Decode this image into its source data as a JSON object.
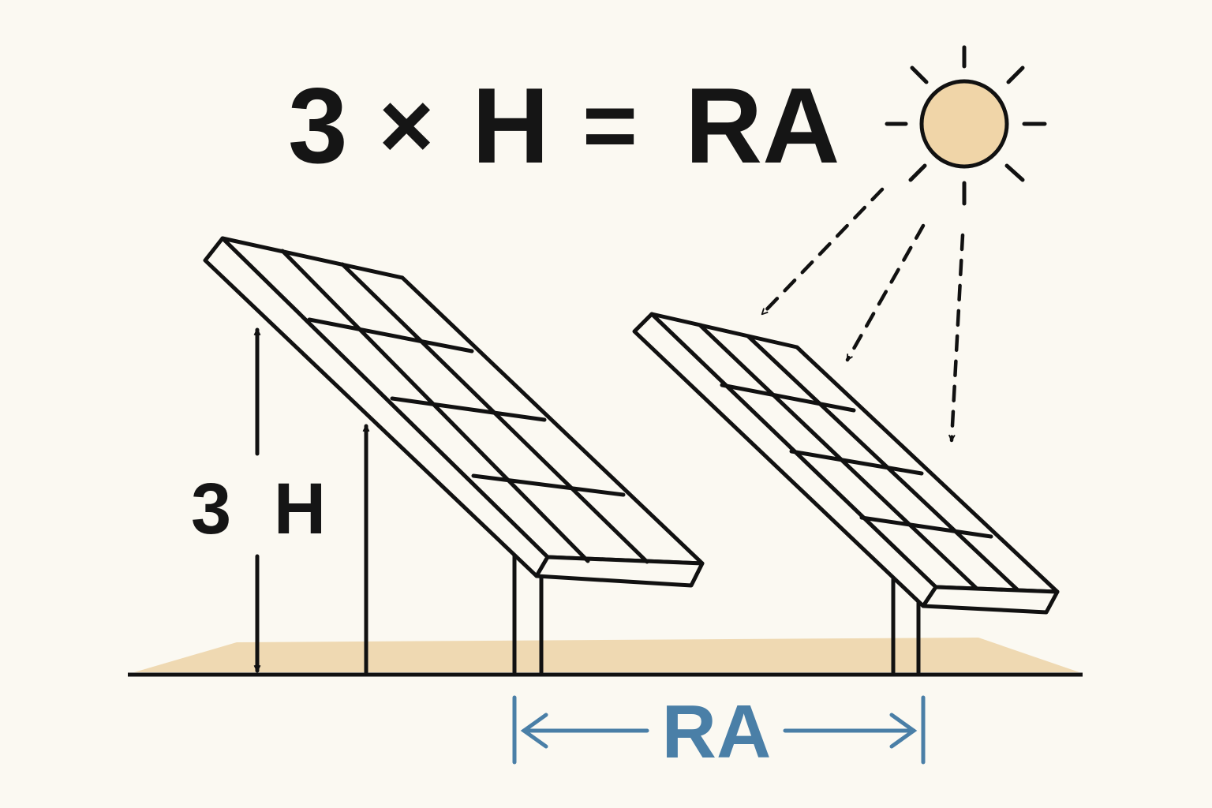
{
  "formula": {
    "multiplier": "3",
    "times_symbol": "×",
    "height_symbol": "H",
    "equals_symbol": "=",
    "result_symbol": "RA"
  },
  "height_dimension": {
    "label": "3 H"
  },
  "spacing_dimension": {
    "label": "RA"
  },
  "colors": {
    "background": "#fbf9f2",
    "stroke": "#111111",
    "sun_fill": "#f0d5a8",
    "ground_fill": "#efd9b2",
    "dimension_blue": "#4a7fa7"
  },
  "icons": {
    "sun": "sun-icon",
    "panel": "solar-panel-icon",
    "arrow": "arrow-icon"
  }
}
